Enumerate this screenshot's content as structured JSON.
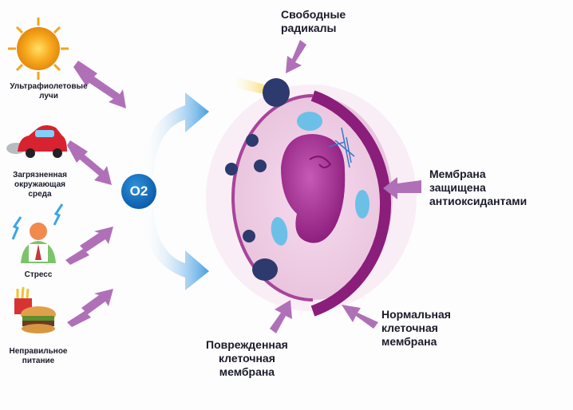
{
  "sources": [
    {
      "icon": "sun-icon",
      "label": "Ультрафиолетовые\nлучи"
    },
    {
      "icon": "car-icon",
      "label": "Загрязненная\nокружающая\nсреда"
    },
    {
      "icon": "stressed-person-icon",
      "label": "Стресс"
    },
    {
      "icon": "junk-food-icon",
      "label": "Неправильное\nпитание"
    }
  ],
  "center": {
    "label": "O2"
  },
  "callouts": {
    "free_radicals": "Свободные\nрадикалы",
    "protected_membrane": "Мембрана\nзащищена\nантиоксидантами",
    "normal_membrane": "Нормальная\nклеточная\nмембрана",
    "damaged_membrane": "Поврежденная\nклеточная\nмембрана"
  },
  "colors": {
    "arrow": "#b070b8",
    "membrane": "#8a1e7a",
    "cytoplasm": "#f1d4e8",
    "nucleus": "#b0359a",
    "radical": "#2c3a6e",
    "flow": "#3b9ae0"
  }
}
